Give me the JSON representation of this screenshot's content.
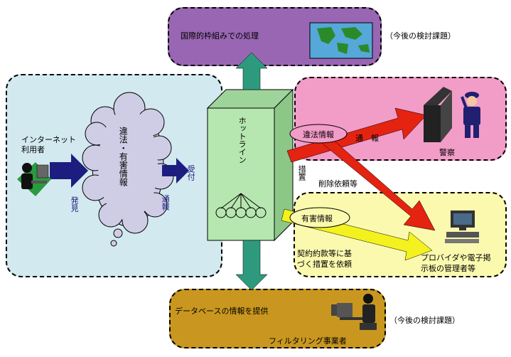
{
  "top_box": {
    "label": "国際的枠組みでの処理",
    "note": "（今後の検討課題）"
  },
  "left_area": {
    "user_label_line1": "インターネット",
    "user_label_line2": "利用者",
    "discover_label": "発見",
    "cloud_text": "違法・有害情報",
    "report_label": "通報",
    "receive_label": "受付"
  },
  "hotline_label": "ホットライン",
  "police_box": {
    "label": "警察",
    "illegal_tag": "違法情報",
    "report_label": "通　報"
  },
  "measure_label": "措置",
  "delete_request_label": "削除依頼等",
  "provider_box": {
    "harmful_tag": "有害情報",
    "contract_line1": "契約約款等に基",
    "contract_line2": "づく措置を依頼",
    "admin_line1": "プロバイダや電子掲",
    "admin_line2": "示板の管理者等"
  },
  "bottom_box": {
    "db_label": "データベースの情報を提供",
    "filter_label": "フィルタリング事業者",
    "note": "（今後の検討課題）"
  },
  "colors": {
    "purple": "#9966b3",
    "lightblue": "#d2e9ef",
    "pink": "#f29cc8",
    "yellow": "#fbf9ae",
    "gold": "#c9971f",
    "green_box": "#b6e7b0",
    "teal_arrow": "#2d9a7e",
    "navy_arrow": "#1d1d80",
    "red_arrow": "#e42311",
    "yellow_arrow": "#f4f21e",
    "cloud": "#cfcde6"
  }
}
